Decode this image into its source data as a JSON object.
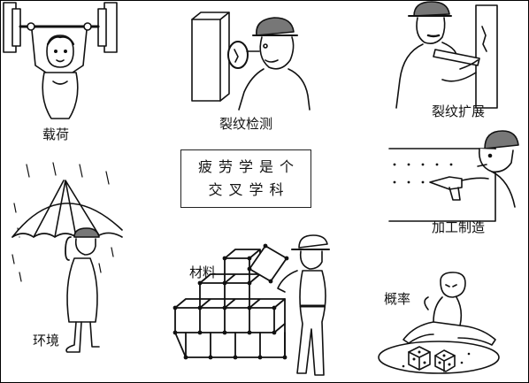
{
  "labels": {
    "load": "载荷",
    "crack_detection": "裂纹检测",
    "crack_growth": "裂纹扩展",
    "manufacturing": "加工制造",
    "environment": "环境",
    "material": "材料",
    "probability": "概率"
  },
  "center": {
    "line1": "疲劳学是个",
    "line2": "交叉学科"
  }
}
